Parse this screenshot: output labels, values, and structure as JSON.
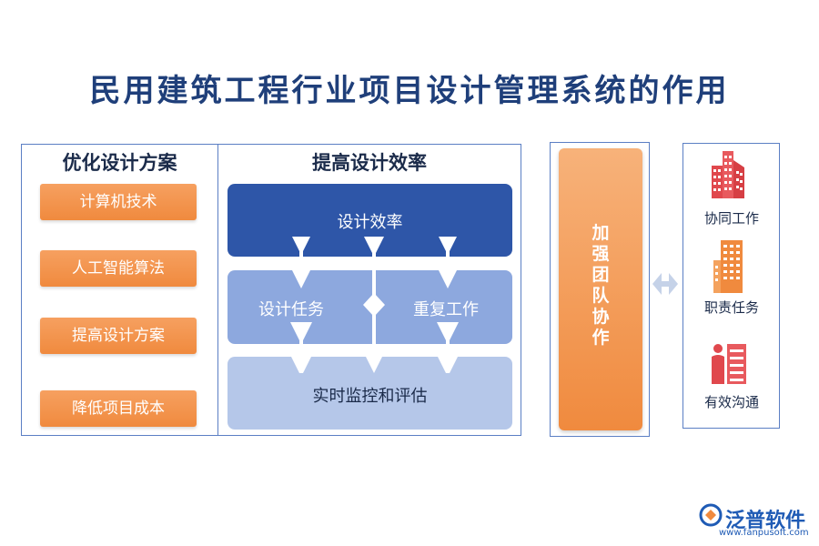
{
  "title": "民用建筑工程行业项目设计管理系统的作用",
  "left_column": {
    "heading": "优化设计方案",
    "items": [
      "计算机技术",
      "人工智能算法",
      "提高设计方案",
      "降低项目成本"
    ]
  },
  "middle_column": {
    "heading": "提高设计效率",
    "top_panel": "设计效率",
    "middle_left": "设计任务",
    "middle_right": "重复工作",
    "bottom_panel": "实时监控和评估"
  },
  "orange_bar": {
    "label": "加\n强\n团\n队\n协\n作"
  },
  "right_column": {
    "items": [
      {
        "label": "协同工作",
        "icon": "buildings-icon"
      },
      {
        "label": "职责任务",
        "icon": "office-building-icon"
      },
      {
        "label": "有效沟通",
        "icon": "person-list-icon"
      }
    ]
  },
  "logo": {
    "name": "泛普软件",
    "url": "www.fanpusoft.com"
  },
  "colors": {
    "title": "#1f3f7a",
    "orange": "#f08a3e",
    "dark_blue": "#2e56a8",
    "mid_blue": "#8da8de",
    "light_blue": "#b5c7e9",
    "red_icon": "#e0484d",
    "orange_icon": "#f08a3e"
  }
}
